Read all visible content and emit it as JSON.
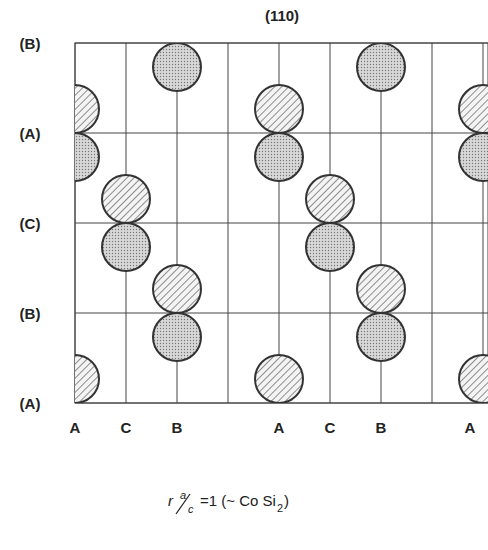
{
  "diagram": {
    "title": "(110)",
    "labels": [
      "(B)",
      "(A)",
      "(C)",
      "(B)",
      "(A)",
      "A",
      "C",
      "B",
      "A",
      "C",
      "B",
      "A",
      "r",
      "a",
      "c",
      "=1 (~ Co Si",
      "2",
      ")"
    ]
  }
}
